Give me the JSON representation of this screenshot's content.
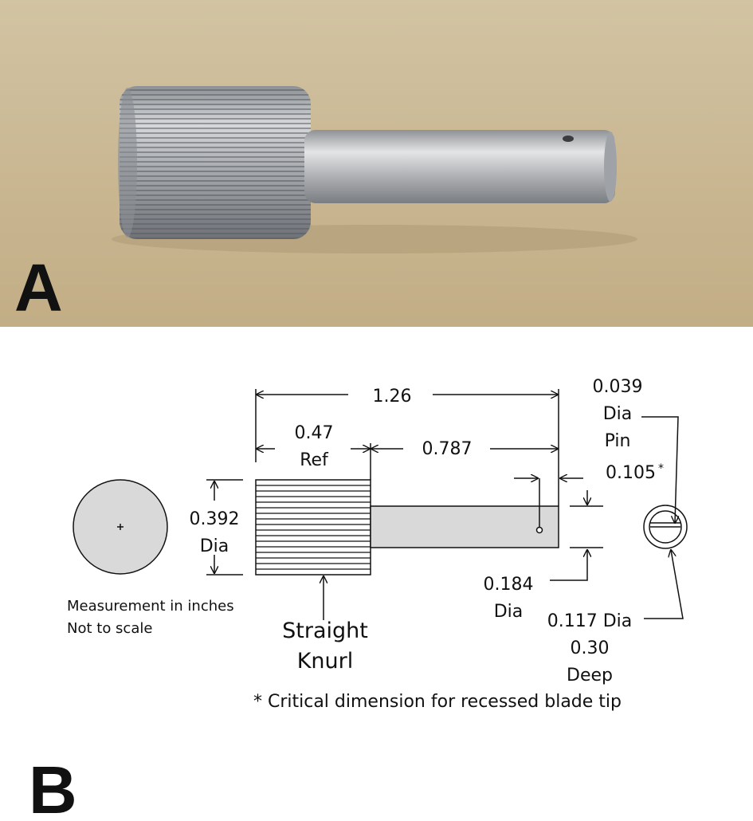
{
  "panel_a": {
    "label": "A",
    "photo_subject": "knurled-pin-tool"
  },
  "panel_b": {
    "label": "B",
    "dims": {
      "overall": "1.26",
      "knurl_length_1": "0.47",
      "knurl_length_2": "Ref",
      "shaft_length": "0.787",
      "knurl_dia_1": "0.392",
      "knurl_dia_2": "Dia",
      "pin_1": "0.039",
      "pin_2": "Dia",
      "pin_3": "Pin",
      "pin_offset": "0.105",
      "pin_offset_star": "*",
      "shaft_dia_1": "0.184",
      "shaft_dia_2": "Dia",
      "recess_1": "0.117 Dia",
      "recess_2": "0.30",
      "recess_3": "Deep"
    },
    "notes": {
      "measurement": "Measurement  in inches",
      "scale": "Not to scale",
      "knurl_1": "Straight",
      "knurl_2": "Knurl",
      "critical": "* Critical dimension for recessed blade tip"
    }
  },
  "colors": {
    "photo_background": "#c9b58f",
    "metal": "#b4b6b9",
    "drawing_fill": "#d9d9d9",
    "line": "#111111"
  }
}
